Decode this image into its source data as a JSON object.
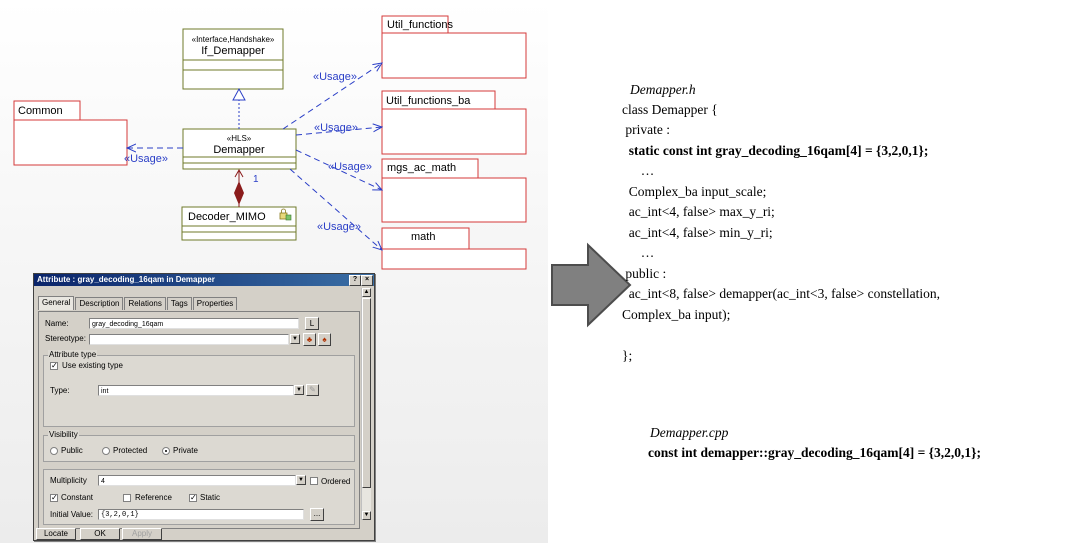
{
  "uml": {
    "boxes": {
      "util_functions": "Util_functions",
      "util_functions_ba": "Util_functions_ba",
      "mgs_ac_math": "mgs_ac_math",
      "math": "math",
      "common": "Common",
      "if_demapper_stereo": "«Interface,Handshake»",
      "if_demapper": "If_Demapper",
      "demapper_stereo": "«HLS»",
      "demapper": "Demapper",
      "decoder_mimo": "Decoder_MIMO"
    },
    "usage_label": "«Usage»",
    "multiplicity": "1"
  },
  "dialog": {
    "title": "Attribute : gray_decoding_16qam in Demapper",
    "tabs": [
      "General",
      "Description",
      "Relations",
      "Tags",
      "Properties"
    ],
    "name_label": "Name:",
    "name_value": "gray_decoding_16qam",
    "l_button": "L",
    "stereotype_label": "Stereotype:",
    "attr_type_group": "Attribute type",
    "use_existing_type": "Use existing type",
    "type_label": "Type:",
    "type_value": "int",
    "visibility_group": "Visibility",
    "vis_public": "Public",
    "vis_protected": "Protected",
    "vis_private": "Private",
    "multiplicity_label": "Multiplicity",
    "multiplicity_value": "4",
    "ordered": "Ordered",
    "constant": "Constant",
    "reference": "Reference",
    "static": "Static",
    "initial_value_label": "Initial Value:",
    "initial_value": "{3,2,0,1}",
    "ellipsis": "...",
    "locate": "Locate",
    "ok": "OK",
    "apply": "Apply"
  },
  "code": {
    "h_file": "Demapper.h",
    "l1": "class Demapper {",
    "l2": " private :",
    "l3": "  static const int gray_decoding_16qam[4] = {3,2,0,1};",
    "l4": "  …",
    "l5": "  Complex_ba input_scale;",
    "l6": "  ac_int<4, false> max_y_ri;",
    "l7": "  ac_int<4, false> min_y_ri;",
    "l8": "  …",
    "l9": " public :",
    "l10": "  ac_int<8, false> demapper(ac_int<3, false> constellation,",
    "l11": "Complex_ba input);",
    "l12": "};",
    "cpp_file": "Demapper.cpp",
    "cpp_line": "const int demapper::gray_decoding_16qam[4] = {3,2,0,1};"
  }
}
